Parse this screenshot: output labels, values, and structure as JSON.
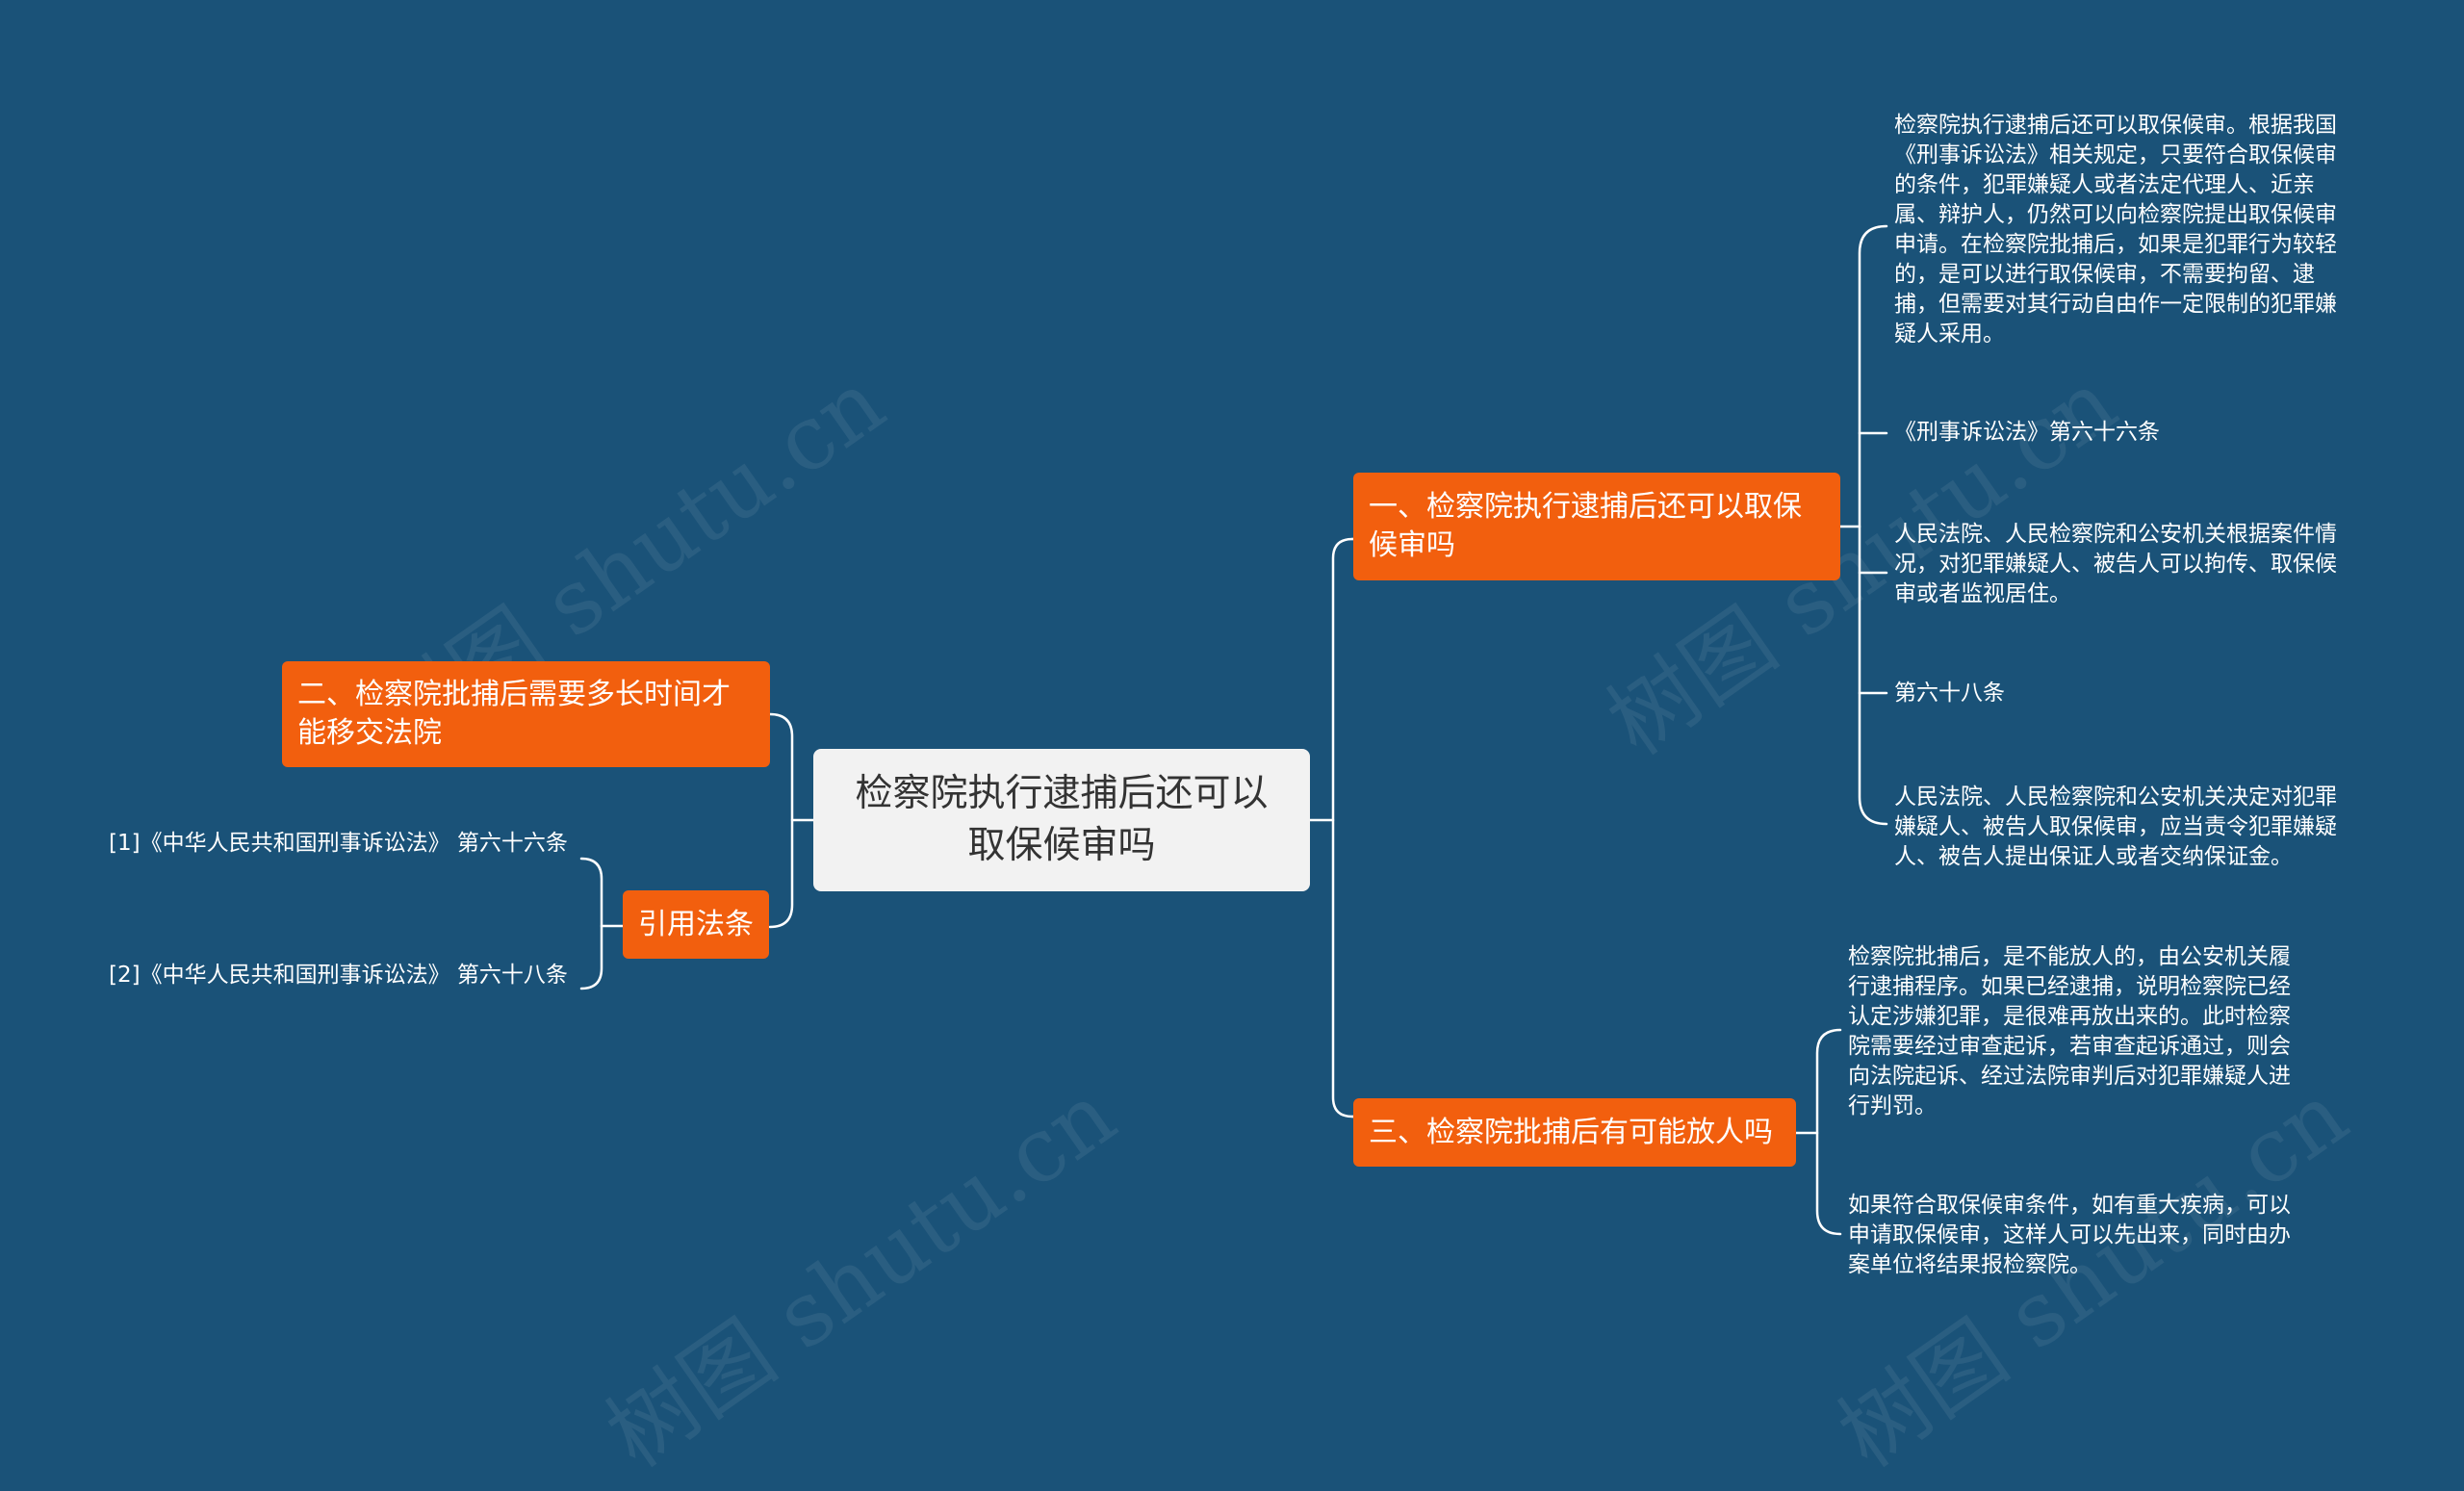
{
  "colors": {
    "background": "#1a5278",
    "root_fill": "#f2f2f2",
    "branch_fill": "#f25f0e",
    "connector": "#ffffff",
    "text_light": "#ffffff",
    "text_dark": "#333333"
  },
  "watermark": "树图 shutu.cn",
  "root": {
    "label": "检察院执行逮捕后还可以取保候审吗"
  },
  "branches": {
    "b1": {
      "label": "一、检察院执行逮捕后还可以取保候审吗",
      "leaves": [
        "检察院执行逮捕后还可以取保候审。根据我国《刑事诉讼法》相关规定，只要符合取保候审的条件，犯罪嫌疑人或者法定代理人、近亲属、辩护人，仍然可以向检察院提出取保候审申请。在检察院批捕后，如果是犯罪行为较轻的，是可以进行取保候审，不需要拘留、逮捕，但需要对其行动自由作一定限制的犯罪嫌疑人采用。",
        "《刑事诉讼法》第六十六条",
        "人民法院、人民检察院和公安机关根据案件情况，对犯罪嫌疑人、被告人可以拘传、取保候审或者监视居住。",
        "第六十八条",
        "人民法院、人民检察院和公安机关决定对犯罪嫌疑人、被告人取保候审，应当责令犯罪嫌疑人、被告人提出保证人或者交纳保证金。"
      ]
    },
    "b2": {
      "label": "二、检察院批捕后需要多长时间才能移交法院",
      "leaves": []
    },
    "b3": {
      "label": "三、检察院批捕后有可能放人吗",
      "leaves": [
        "检察院批捕后，是不能放人的，由公安机关履行逮捕程序。如果已经逮捕，说明检察院已经认定涉嫌犯罪，是很难再放出来的。此时检察院需要经过审查起诉，若审查起诉通过，则会向法院起诉、经过法院审判后对犯罪嫌疑人进行判罚。",
        "如果符合取保候审条件，如有重大疾病，可以申请取保候审，这样人可以先出来，同时由办案单位将结果报检察院。"
      ]
    },
    "refs": {
      "label": "引用法条",
      "leaves": [
        "[1]《中华人民共和国刑事诉讼法》 第六十六条",
        "[2]《中华人民共和国刑事诉讼法》 第六十八条"
      ]
    }
  }
}
